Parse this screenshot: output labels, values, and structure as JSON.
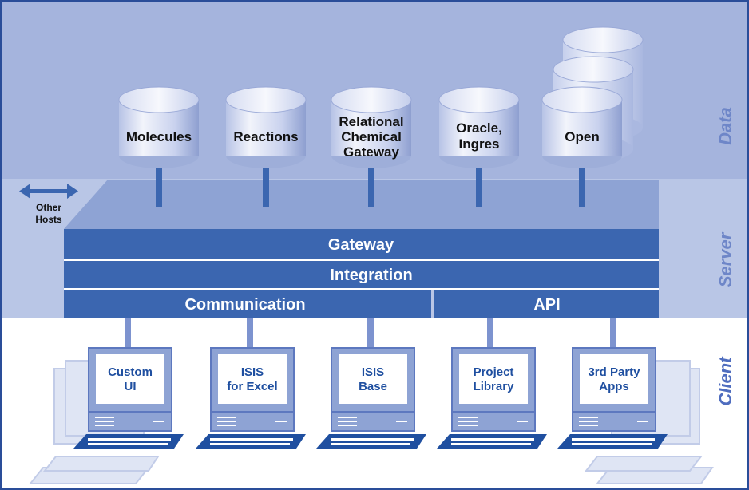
{
  "tiers": {
    "data": "Data",
    "server": "Server",
    "client": "Client"
  },
  "databases": [
    {
      "line1": "Molecules"
    },
    {
      "line1": "Reactions"
    },
    {
      "line1": "Relational",
      "line2": "Chemical",
      "line3": "Gateway"
    },
    {
      "line1": "Oracle,",
      "line2": "Ingres"
    },
    {
      "line1": "Open"
    }
  ],
  "other_hosts": {
    "line1": "Other",
    "line2": "Hosts"
  },
  "server_layers": {
    "gateway": "Gateway",
    "integration": "Integration",
    "communication": "Communication",
    "api": "API"
  },
  "clients": [
    {
      "line1": "Custom",
      "line2": "UI"
    },
    {
      "line1": "ISIS",
      "line2": "for Excel"
    },
    {
      "line1": "ISIS",
      "line2": "Base"
    },
    {
      "line1": "Project",
      "line2": "Library"
    },
    {
      "line1": "3rd Party",
      "line2": "Apps"
    }
  ],
  "colors": {
    "data_bg": "#a5b4dd",
    "server_bg": "#b9c6e6",
    "client_bg": "#ffffff",
    "bar_blue": "#3b66b0",
    "platform_top": "#8ea3d4",
    "tier_label": "#6e86c8",
    "border": "#2a4d99"
  }
}
